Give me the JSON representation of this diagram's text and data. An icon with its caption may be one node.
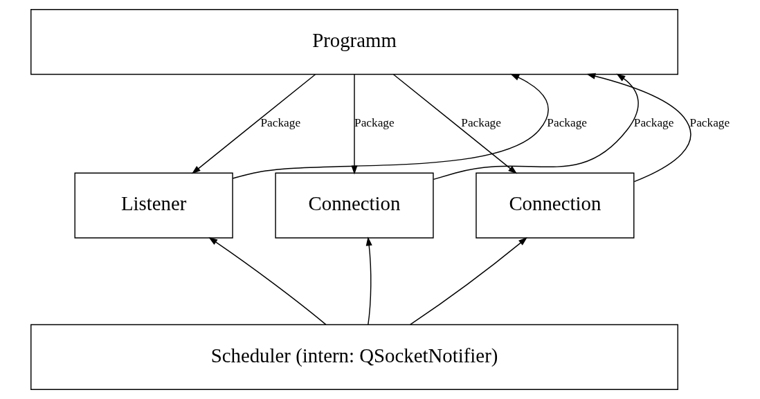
{
  "diagram": {
    "nodes": [
      {
        "text": [
          "Programm"
        ]
      },
      {
        "text": [
          "Listener"
        ]
      },
      {
        "text": [
          "Connection"
        ]
      },
      {
        "text": [
          "Connection"
        ]
      },
      {
        "text": [
          "Scheduler (intern: QSocketNotifier)"
        ]
      }
    ],
    "edges": [
      {
        "from": 1,
        "to": 0,
        "arrow": "to",
        "label": "Package"
      },
      {
        "from": 0,
        "to": 1,
        "arrow": "to",
        "label": "Package"
      },
      {
        "from": 2,
        "to": 0,
        "arrow": "to",
        "label": "Package"
      },
      {
        "from": 0,
        "to": 2,
        "arrow": "to",
        "label": "Package"
      },
      {
        "from": 3,
        "to": 0,
        "arrow": "to",
        "label": "Package"
      },
      {
        "from": 0,
        "to": 3,
        "arrow": "to",
        "label": "Package"
      },
      {
        "from": 4,
        "to": 1,
        "arrow": "to"
      },
      {
        "from": 4,
        "to": 2,
        "arrow": "to"
      },
      {
        "from": 4,
        "to": 3,
        "arrow": "to"
      }
    ]
  }
}
